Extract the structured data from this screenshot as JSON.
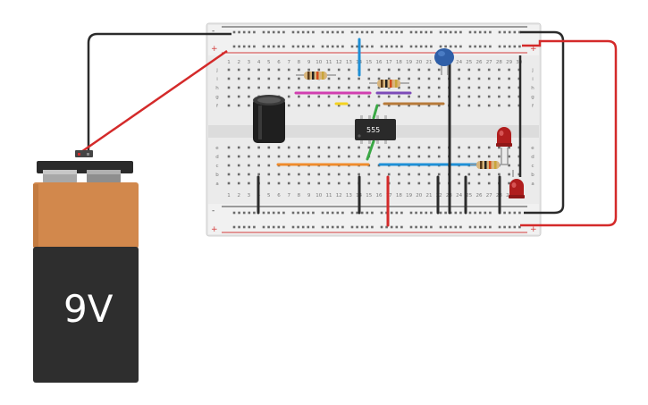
{
  "battery": {
    "label": "9V"
  },
  "chip": {
    "label": "555"
  },
  "breadboard": {
    "top_numbers": [
      "1",
      "2",
      "3",
      "4",
      "5",
      "6",
      "7",
      "8",
      "9",
      "10",
      "11",
      "12",
      "13",
      "14",
      "15",
      "16",
      "17",
      "18",
      "19",
      "20",
      "21",
      "22",
      "23",
      "24",
      "25",
      "26",
      "27",
      "28",
      "29",
      "30"
    ],
    "bottom_numbers": [
      "1",
      "2",
      "3",
      "4",
      "5",
      "6",
      "7",
      "8",
      "9",
      "10",
      "11",
      "12",
      "13",
      "14",
      "15",
      "16",
      "17",
      "18",
      "19",
      "20",
      "21",
      "22",
      "23",
      "24",
      "25",
      "26",
      "27",
      "28",
      "29",
      "30"
    ],
    "row_letters_top": [
      "j",
      "i",
      "h",
      "g",
      "f"
    ],
    "row_letters_bottom": [
      "e",
      "d",
      "c",
      "b",
      "a"
    ],
    "rail_plus": "+",
    "rail_minus": "-"
  },
  "colors": {
    "wire_red": "#d42a2a",
    "wire_black": "#2b2b2b",
    "battery_orange": "#d2884c",
    "battery_body": "#2e2e2e",
    "board": "#ececec",
    "chip": "#2a2a2a",
    "led": "#b01e1e",
    "cap_ceramic": "#2f5fa8"
  },
  "icons": {
    "battery": "battery-9v-icon",
    "chip": "ic-555-icon",
    "led": "led-icon",
    "resistor": "resistor-icon",
    "capacitor": "capacitor-icon"
  }
}
